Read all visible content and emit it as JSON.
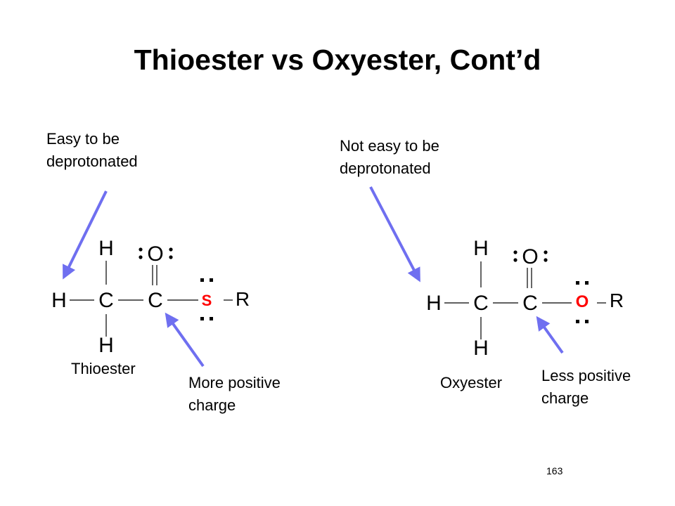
{
  "slide": {
    "title": "Thioester vs Oxyester, Cont’d",
    "page_number": "163"
  },
  "left": {
    "top_note": [
      "Easy to be",
      "deprotonated"
    ],
    "compound_name": "Thioester",
    "charge_note": [
      "More positive",
      "charge"
    ],
    "atoms": {
      "h_top": "H",
      "h_left": "H",
      "h_bottom": "H",
      "c_alpha": "C",
      "c_carbonyl": "C",
      "o_carbonyl": "O",
      "heteroatom": "S",
      "r_group": "R"
    }
  },
  "right": {
    "top_note": [
      "Not easy to be",
      "deprotonated"
    ],
    "compound_name": "Oxyester",
    "charge_note": [
      "Less positive",
      "charge"
    ],
    "atoms": {
      "h_top": "H",
      "h_left": "H",
      "h_bottom": "H",
      "c_alpha": "C",
      "c_carbonyl": "C",
      "o_carbonyl": "O",
      "heteroatom": "O",
      "r_group": "R"
    }
  },
  "colors": {
    "arrow": "#6f6ff0",
    "heteroatom": "#ff0000",
    "text": "#000000"
  }
}
